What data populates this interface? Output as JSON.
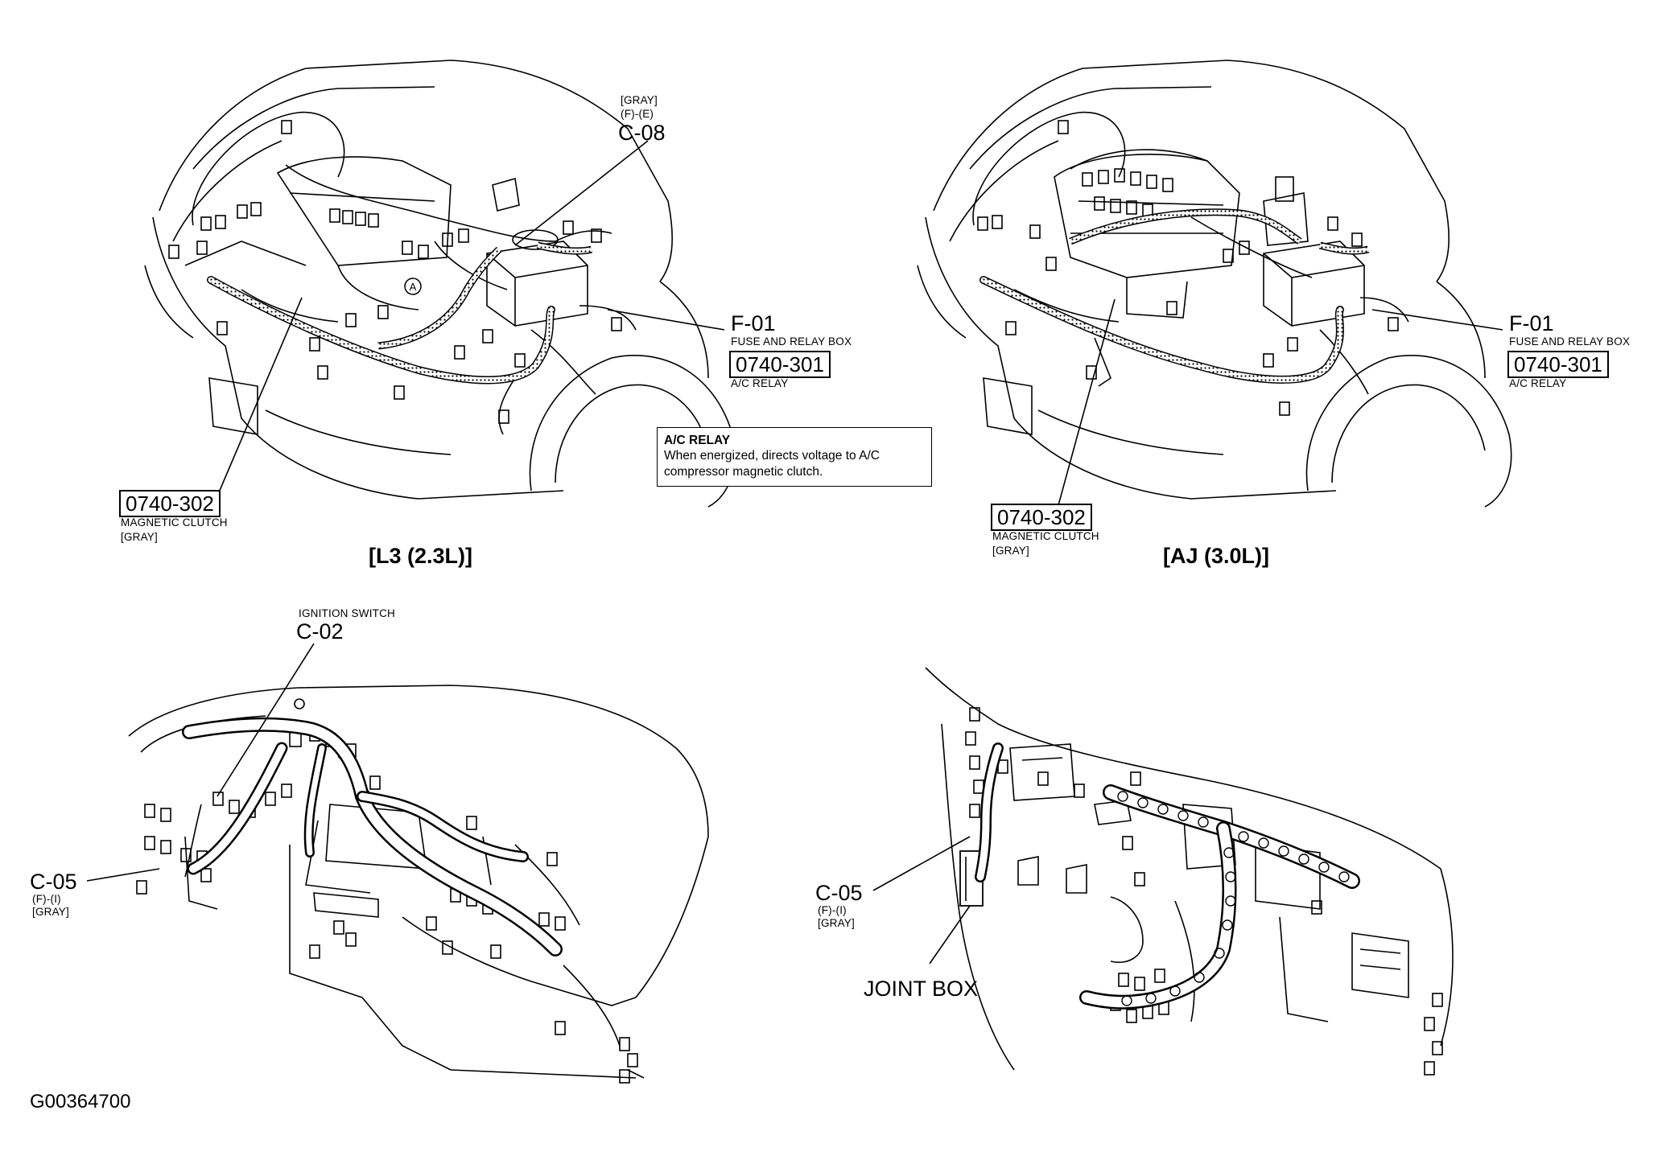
{
  "views": {
    "l3": {
      "caption": "[L3 (2.3L)]",
      "c08": {
        "color": "[GRAY]",
        "pos": "(F)-(E)",
        "id": "C-08"
      },
      "f01": {
        "id": "F-01",
        "desc": "FUSE AND RELAY BOX",
        "code": "0740-301",
        "code_desc": "A/C RELAY"
      },
      "clutch": {
        "code": "0740-302",
        "desc": "MAGNETIC CLUTCH",
        "color": "[GRAY]"
      },
      "marker": "A"
    },
    "aj": {
      "caption": "[AJ (3.0L)]",
      "f01": {
        "id": "F-01",
        "desc": "FUSE AND RELAY BOX",
        "code": "0740-301",
        "code_desc": "A/C RELAY"
      },
      "clutch": {
        "code": "0740-302",
        "desc": "MAGNETIC CLUTCH",
        "color": "[GRAY]"
      }
    },
    "dash_left": {
      "ign": {
        "desc": "IGNITION SWITCH",
        "id": "C-02"
      },
      "c05": {
        "id": "C-05",
        "pos": "(F)-(I)",
        "color": "[GRAY]"
      }
    },
    "dash_right": {
      "c05": {
        "id": "C-05",
        "pos": "(F)-(I)",
        "color": "[GRAY]"
      },
      "joint": "JOINT BOX"
    }
  },
  "note": {
    "title": "A/C RELAY",
    "line1": "When energized, directs voltage to A/C",
    "line2": "compressor magnetic clutch."
  },
  "figure_code": "G00364700"
}
